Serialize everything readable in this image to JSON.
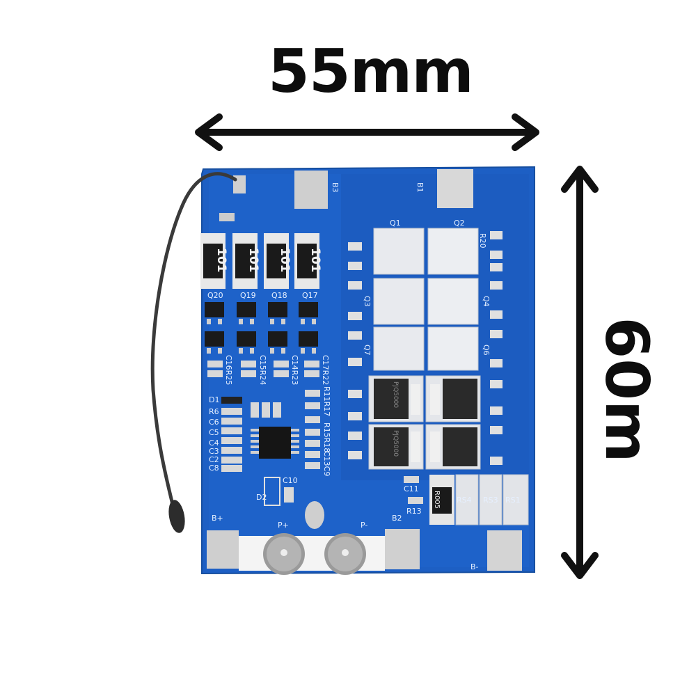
{
  "dimensions": {
    "width_label": "55mm",
    "height_label": "60m"
  },
  "colors": {
    "board": "#1d5fc4",
    "board_dark": "#164fa8",
    "pad": "#cfcfcf",
    "arrow": "#111111",
    "wire": "#3a3a3a"
  },
  "silkscreen": {
    "b3": "B3",
    "b1": "B1",
    "b2": "B2",
    "b_plus": "B+",
    "b_minus": "B-",
    "p_plus": "P+",
    "p_minus": "P-",
    "q1": "Q1",
    "q2": "Q2",
    "q3": "Q3",
    "q4": "Q4",
    "q6": "Q6",
    "q7": "Q7",
    "q17": "Q17",
    "q18": "Q18",
    "q19": "Q19",
    "q20": "Q20",
    "r20": "R20",
    "rs1": "RS1",
    "rs3": "RS3",
    "rs4": "RS4",
    "r005": "R005",
    "r13": "R13",
    "c11": "C11",
    "c10": "C10",
    "d1": "D1",
    "d2": "D2",
    "r6": "R6",
    "c6": "C6",
    "c5": "C5",
    "c4": "C4",
    "c3": "C3",
    "c2": "C2",
    "c8": "C8",
    "c1625": "C16R25",
    "c1524": "C15R24",
    "c1423": "C14R23",
    "c1722": "C17R22",
    "r11r17": "R11R17",
    "r15r18": "R15R18",
    "c13c9": "C13C9"
  },
  "resistors": [
    {
      "label": "101"
    },
    {
      "label": "101"
    },
    {
      "label": "101"
    },
    {
      "label": "101"
    }
  ],
  "mosfet_marking": "PJQ5000"
}
